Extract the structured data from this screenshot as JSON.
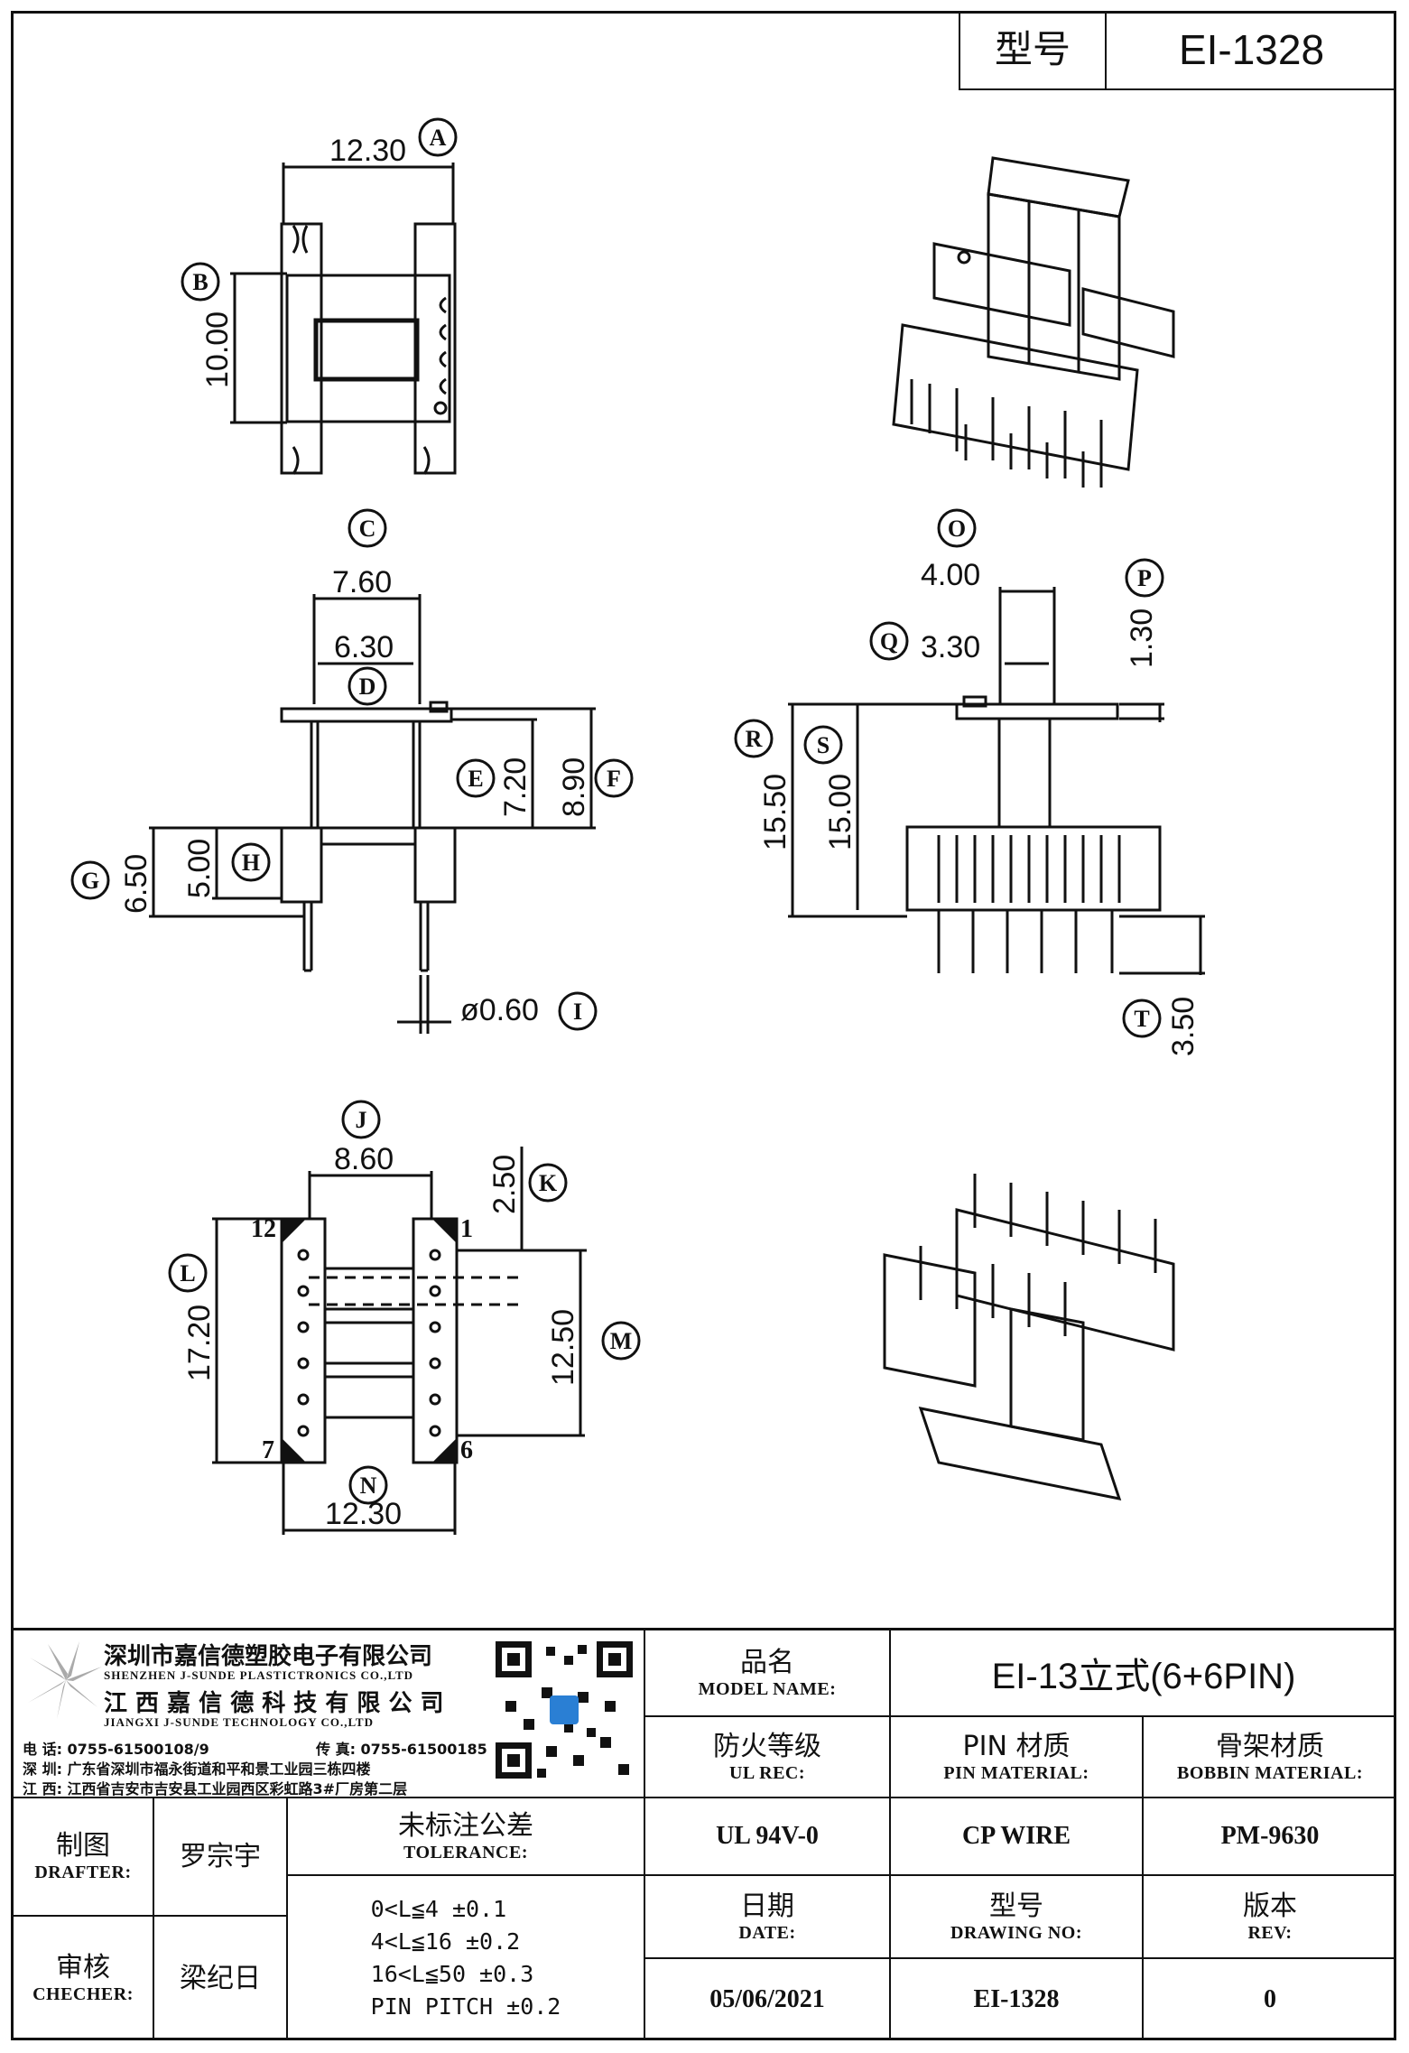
{
  "header": {
    "label": "型号",
    "value": "EI-1328"
  },
  "dimensions": {
    "A": "12.30",
    "B": "10.00",
    "C": "7.60",
    "D": "6.30",
    "E": "7.20",
    "F": "8.90",
    "G": "6.50",
    "H": "5.00",
    "I": "ø0.60",
    "O": "4.00",
    "Q": "3.30",
    "P": "1.30",
    "R": "15.50",
    "S": "15.00",
    "T": "3.50",
    "J": "8.60",
    "K": "2.50",
    "L": "17.20",
    "M": "12.50",
    "N": "12.30"
  },
  "callouts": [
    "A",
    "B",
    "C",
    "D",
    "E",
    "F",
    "G",
    "H",
    "I",
    "O",
    "P",
    "Q",
    "R",
    "S",
    "T",
    "J",
    "K",
    "L",
    "M",
    "N"
  ],
  "pins": {
    "p12": "12",
    "p1": "1",
    "p7": "7",
    "p6": "6"
  },
  "company": {
    "name_sz": "深圳市嘉信德塑胶电子有限公司",
    "name_sz_en": "SHENZHEN J-SUNDE PLASTICTRONICS CO.,LTD",
    "name_jx": "江 西 嘉 信 德 科 技 有 限 公 司",
    "name_jx_en": "JIANGXI J-SUNDE TECHNOLOGY CO.,LTD",
    "phone": "电  话: 0755-61500108/9",
    "fax": "传  真: 0755-61500185",
    "addr_sz": "深  圳: 广东省深圳市福永街道和平和景工业园三栋四楼",
    "addr_jx": "江  西: 江西省吉安市吉安县工业园西区彩虹路3#厂房第二层"
  },
  "titleblock": {
    "model_cn": "品名",
    "model_en": "MODEL NAME:",
    "model_value": "EI-13立式(6+6PIN)",
    "ul_cn": "防火等级",
    "ul_en": "UL REC:",
    "ul_value": "UL 94V-0",
    "pin_cn": "PIN 材质",
    "pin_en": "PIN MATERIAL:",
    "pin_value": "CP WIRE",
    "bobbin_cn": "骨架材质",
    "bobbin_en": "BOBBIN MATERIAL:",
    "bobbin_value": "PM-9630",
    "drafter_cn": "制图",
    "drafter_en": "DRAFTER:",
    "drafter_name": "罗宗宇",
    "checker_cn": "审核",
    "checker_en": "CHECHER:",
    "checker_name": "梁纪日",
    "tol_cn": "未标注公差",
    "tol_en": "TOLERANCE:",
    "tol_rows": [
      "0<L≦4   ±0.1",
      "4<L≦16  ±0.2",
      "16<L≦50  ±0.3",
      "PIN PITCH  ±0.2"
    ],
    "date_cn": "日期",
    "date_en": "DATE:",
    "date_value": "05/06/2021",
    "dwg_cn": "型号",
    "dwg_en": "DRAWING NO:",
    "dwg_value": "EI-1328",
    "rev_cn": "版本",
    "rev_en": "REV:",
    "rev_value": "0"
  }
}
